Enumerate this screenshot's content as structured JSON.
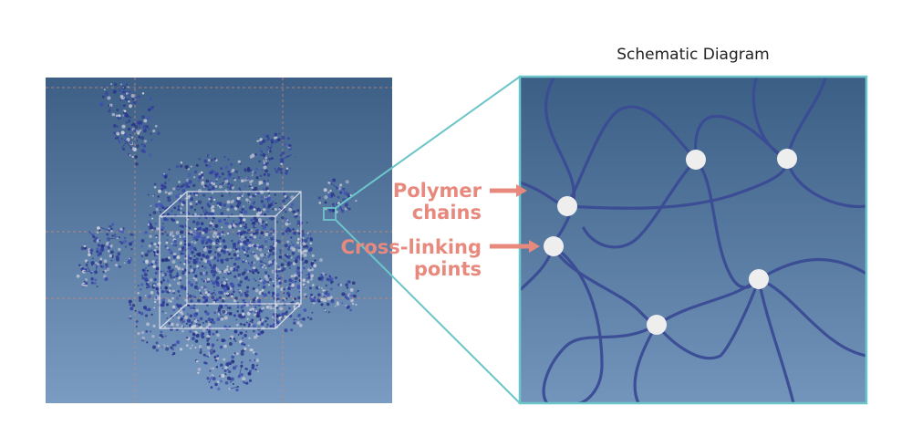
{
  "schematic_title": "Schematic Diagram",
  "labels": {
    "polymer": [
      "Polymer",
      "chains"
    ],
    "crosslink": [
      "Cross-linking",
      "points"
    ]
  },
  "colors": {
    "label": "#e8897e",
    "frame": "#6cc5c9",
    "chain": "#3a4b94",
    "node": "#eeeeee",
    "bg_top": "#3c5f85",
    "bg_bottom": "#7596bd"
  }
}
